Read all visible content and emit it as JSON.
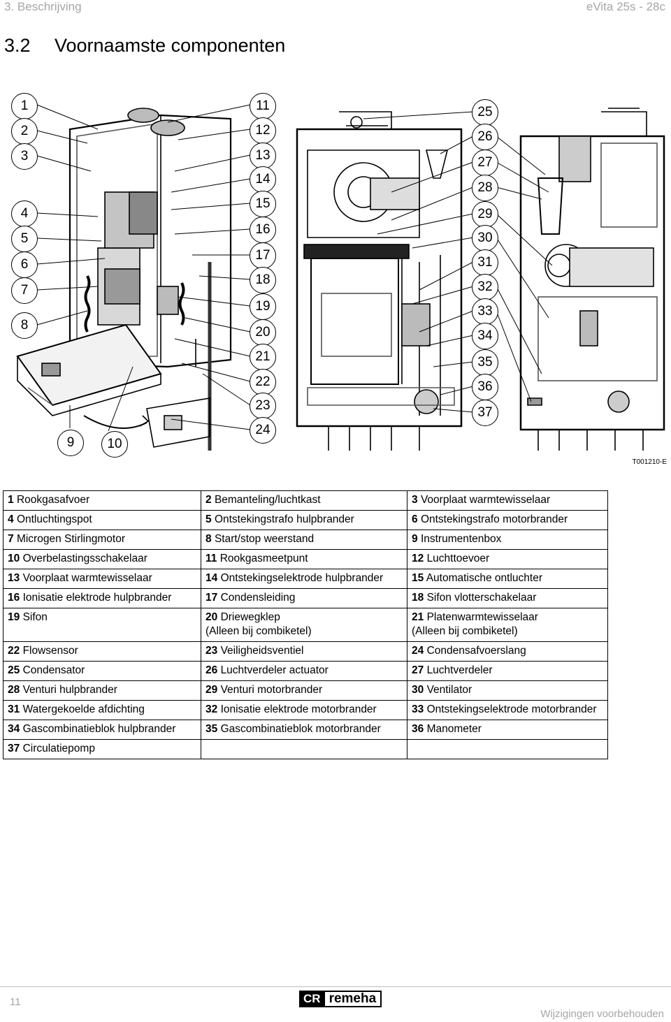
{
  "header": {
    "left": "3.  Beschrijving",
    "right": "eVita 25s - 28c"
  },
  "section": {
    "number": "3.2",
    "title": "Voornaamste componenten"
  },
  "figure": {
    "code": "T001210-E",
    "callouts": [
      "1",
      "2",
      "3",
      "4",
      "5",
      "6",
      "7",
      "8",
      "9",
      "10",
      "11",
      "12",
      "13",
      "14",
      "15",
      "16",
      "17",
      "18",
      "19",
      "20",
      "21",
      "22",
      "23",
      "24",
      "25",
      "26",
      "27",
      "28",
      "29",
      "30",
      "31",
      "32",
      "33",
      "34",
      "35",
      "36",
      "37"
    ]
  },
  "legend": {
    "rows": [
      [
        {
          "n": "1",
          "t": "Rookgasafvoer"
        },
        {
          "n": "2",
          "t": "Bemanteling/luchtkast"
        },
        {
          "n": "3",
          "t": "Voorplaat warmtewisselaar"
        }
      ],
      [
        {
          "n": "4",
          "t": "Ontluchtingspot"
        },
        {
          "n": "5",
          "t": "Ontstekingstrafo hulpbrander"
        },
        {
          "n": "6",
          "t": "Ontstekingstrafo motorbrander"
        }
      ],
      [
        {
          "n": "7",
          "t": "Microgen Stirlingmotor"
        },
        {
          "n": "8",
          "t": "Start/stop weerstand"
        },
        {
          "n": "9",
          "t": "Instrumentenbox"
        }
      ],
      [
        {
          "n": "10",
          "t": "Overbelastingsschakelaar"
        },
        {
          "n": "11",
          "t": "Rookgasmeetpunt"
        },
        {
          "n": "12",
          "t": "Luchttoevoer"
        }
      ],
      [
        {
          "n": "13",
          "t": "Voorplaat warmtewisselaar"
        },
        {
          "n": "14",
          "t": "Ontstekingselektrode hulpbrander"
        },
        {
          "n": "15",
          "t": "Automatische ontluchter"
        }
      ],
      [
        {
          "n": "16",
          "t": "Ionisatie elektrode hulpbrander"
        },
        {
          "n": "17",
          "t": "Condensleiding"
        },
        {
          "n": "18",
          "t": "Sifon vlotterschakelaar"
        }
      ],
      [
        {
          "n": "19",
          "t": "Sifon"
        },
        {
          "n": "20",
          "t": "Driewegklep",
          "t2": "(Alleen bij combiketel)"
        },
        {
          "n": "21",
          "t": "Platenwarmtewisselaar",
          "t2": "(Alleen bij combiketel)"
        }
      ],
      [
        {
          "n": "22",
          "t": "Flowsensor"
        },
        {
          "n": "23",
          "t": "Veiligheidsventiel"
        },
        {
          "n": "24",
          "t": "Condensafvoerslang"
        }
      ],
      [
        {
          "n": "25",
          "t": "Condensator"
        },
        {
          "n": "26",
          "t": "Luchtverdeler actuator"
        },
        {
          "n": "27",
          "t": "Luchtverdeler"
        }
      ],
      [
        {
          "n": "28",
          "t": "Venturi hulpbrander"
        },
        {
          "n": "29",
          "t": "Venturi motorbrander"
        },
        {
          "n": "30",
          "t": "Ventilator"
        }
      ],
      [
        {
          "n": "31",
          "t": "Watergekoelde afdichting"
        },
        {
          "n": "32",
          "t": "Ionisatie elektrode motorbrander"
        },
        {
          "n": "33",
          "t": "Ontstekingselektrode motorbrander"
        }
      ],
      [
        {
          "n": "34",
          "t": "Gascombinatieblok hulpbrander"
        },
        {
          "n": "35",
          "t": "Gascombinatieblok motorbrander"
        },
        {
          "n": "36",
          "t": "Manometer"
        }
      ],
      [
        {
          "n": "37",
          "t": "Circulatiepomp"
        },
        {
          "n": "",
          "t": ""
        },
        {
          "n": "",
          "t": ""
        }
      ]
    ]
  },
  "footer": {
    "page": "11",
    "logo_mark": "CR",
    "logo_word": "remeha",
    "note": "Wijzigingen voorbehouden"
  }
}
